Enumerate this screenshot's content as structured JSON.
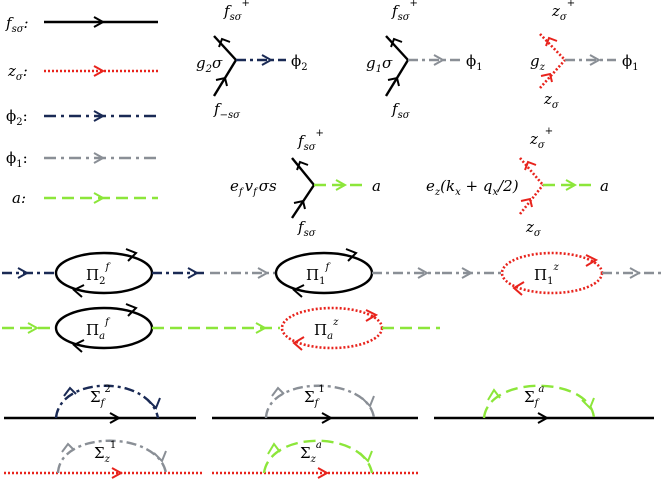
{
  "colors": {
    "fermion": "#000000",
    "z_boson": "#e8231c",
    "phi2": "#1a2a55",
    "phi1": "#8a8f96",
    "a_boson": "#8ce63a"
  },
  "legend": {
    "f_label": "f",
    "f_sub": "sσ",
    "f_colon": ":",
    "z_label": "z",
    "z_sub": "σ",
    "z_colon": ":",
    "phi2_label": "ϕ",
    "phi2_sub": "2",
    "phi2_colon": ":",
    "phi1_label": "ϕ",
    "phi1_sub": "1",
    "phi1_colon": ":",
    "a_label": "a:"
  },
  "vertices": {
    "v1": {
      "top": "f",
      "top_sub": "sσ",
      "top_sup": "+",
      "coupling": "g",
      "coupling_sub": "2",
      "coupling_tail": "σ",
      "bottom": "f",
      "bottom_sub": "−sσ",
      "field": "ϕ",
      "field_sub": "2"
    },
    "v2": {
      "top": "f",
      "top_sub": "sσ",
      "top_sup": "+",
      "coupling": "g",
      "coupling_sub": "1",
      "coupling_tail": "σ",
      "bottom": "f",
      "bottom_sub": "sσ",
      "field": "ϕ",
      "field_sub": "1"
    },
    "v3": {
      "top": "z",
      "top_sub": "σ",
      "top_sup": "+",
      "coupling": "g",
      "coupling_sub": "z",
      "bottom": "z",
      "bottom_sub": "σ",
      "field": "ϕ",
      "field_sub": "1"
    },
    "v4": {
      "top": "f",
      "top_sub": "sσ",
      "top_sup": "+",
      "coupling": "e",
      "coupling_sub": "f",
      "coupling_mid": "v",
      "coupling_mid_sub": "f",
      "coupling_tail": "σs",
      "bottom": "f",
      "bottom_sub": "sσ",
      "field": "a"
    },
    "v5": {
      "top": "z",
      "top_sub": "σ",
      "top_sup": "+",
      "coupling": "e",
      "coupling_sub": "z",
      "coupling_tail": "(k",
      "k_sub": "x",
      "plus": " + q",
      "q_sub": "x",
      "end": "/2)",
      "bottom": "z",
      "bottom_sub": "σ",
      "field": "a"
    }
  },
  "bubbles": {
    "b1": {
      "label": "Π",
      "sub": "2",
      "sup": "f"
    },
    "b2": {
      "label": "Π",
      "sub": "1",
      "sup": "f"
    },
    "b3": {
      "label": "Π",
      "sub": "1",
      "sup": "z"
    },
    "b4": {
      "label": "Π",
      "sub": "a",
      "sup": "f"
    },
    "b5": {
      "label": "Π",
      "sub": "a",
      "sup": "z"
    }
  },
  "self_energies": {
    "s1": {
      "label": "Σ",
      "sub": "f",
      "sup": "2"
    },
    "s2": {
      "label": "Σ",
      "sub": "f",
      "sup": "1"
    },
    "s3": {
      "label": "Σ",
      "sub": "f",
      "sup": "a"
    },
    "s4": {
      "label": "Σ",
      "sub": "z",
      "sup": "1"
    },
    "s5": {
      "label": "Σ",
      "sub": "z",
      "sup": "a"
    }
  }
}
